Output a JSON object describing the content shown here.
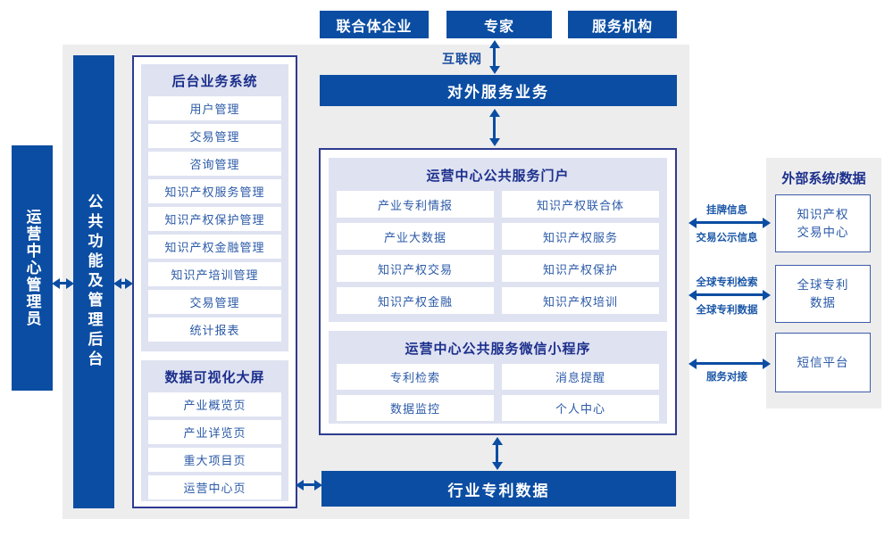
{
  "colors": {
    "primary": "#0b4da2",
    "panel_border": "#2e3b90",
    "block_bg": "#dfe2f1",
    "title_text": "#1b2f8c",
    "item_text": "#2b5aa8",
    "background": "#ededee"
  },
  "top_actors": [
    "联合体企业",
    "专家",
    "服务机构"
  ],
  "internet_label": "互联网",
  "external_service_bar": "对外服务业务",
  "left_bars": {
    "operator": "运营中心管理员",
    "admin": "公共功能及管理后台"
  },
  "backend": {
    "title": "后台业务系统",
    "items": [
      "用户管理",
      "交易管理",
      "咨询管理",
      "知识产权服务管理",
      "知识产权保护管理",
      "知识产权金融管理",
      "知识产培训管理",
      "交易管理",
      "统计报表"
    ]
  },
  "dashboard": {
    "title": "数据可视化大屏",
    "items": [
      "产业概览页",
      "产业详览页",
      "重大项目页",
      "运营中心页"
    ]
  },
  "portal": {
    "title": "运营中心公共服务门户",
    "items": [
      "产业专利情报",
      "知识产权联合体",
      "产业大数据",
      "知识产权服务",
      "知识产权交易",
      "知识产权保护",
      "知识产权金融",
      "知识产权培训"
    ]
  },
  "miniprogram": {
    "title": "运营中心公共服务微信小程序",
    "items": [
      "专利检索",
      "消息提醒",
      "数据监控",
      "个人中心"
    ]
  },
  "industry_data_bar": "行业专利数据",
  "external": {
    "title": "外部系统/数据",
    "systems": [
      "知识产权\n交易中心",
      "全球专利\n数据",
      "短信平台"
    ],
    "links": [
      {
        "top": "挂牌信息",
        "bottom": "交易公示信息"
      },
      {
        "top": "全球专利检索",
        "bottom": "全球专利数据"
      },
      {
        "bottom": "服务对接"
      }
    ]
  }
}
